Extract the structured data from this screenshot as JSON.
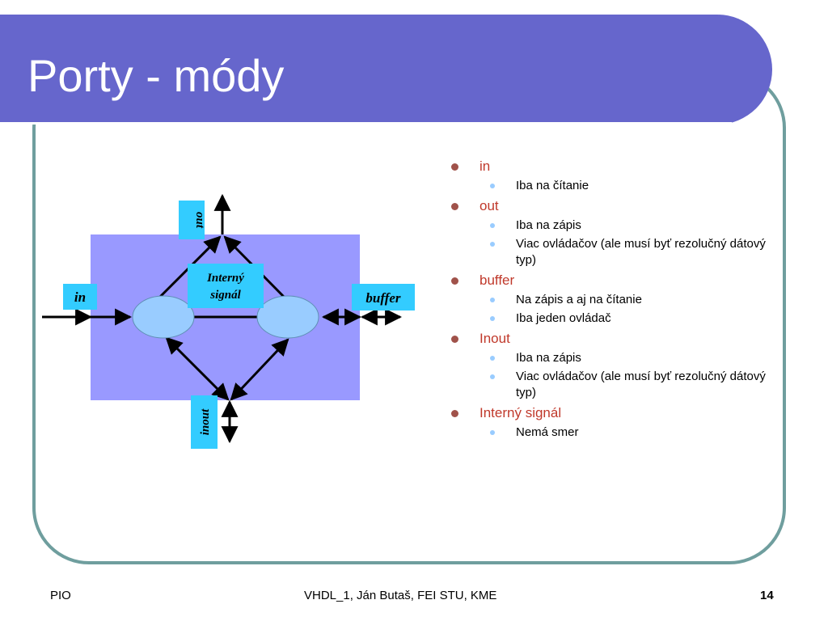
{
  "slide": {
    "title": "Porty - módy",
    "footer_left": "PIO",
    "footer_center": "VHDL_1, Ján Butaš, FEI STU, KME",
    "page_number": "14"
  },
  "diagram": {
    "labels": {
      "out": "out",
      "in": "in",
      "buffer": "buffer",
      "inout": "inout",
      "internal_line1": "Interný",
      "internal_line2": "signál"
    }
  },
  "bullets": [
    {
      "label": "in",
      "items": [
        "Iba na čítanie"
      ]
    },
    {
      "label": "out",
      "items": [
        "Iba na zápis",
        "Viac ovládačov (ale musí byť rezolučný dátový typ)"
      ]
    },
    {
      "label": "buffer",
      "items": [
        "Na zápis a aj na čítanie",
        "Iba jeden ovládač"
      ]
    },
    {
      "label": "Inout",
      "items": [
        "Iba na zápis",
        "Viac ovládačov (ale musí byť rezolučný dátový typ)"
      ]
    },
    {
      "label": "Interný signál",
      "items": [
        "Nemá smer"
      ]
    }
  ],
  "colors": {
    "title_bar": "#6666cc",
    "frame": "#6f9e9e",
    "entity_box": "#9999ff",
    "port_label": "#33ccff",
    "node": "#99ccff",
    "bullet_l1_text": "#c0392b"
  }
}
